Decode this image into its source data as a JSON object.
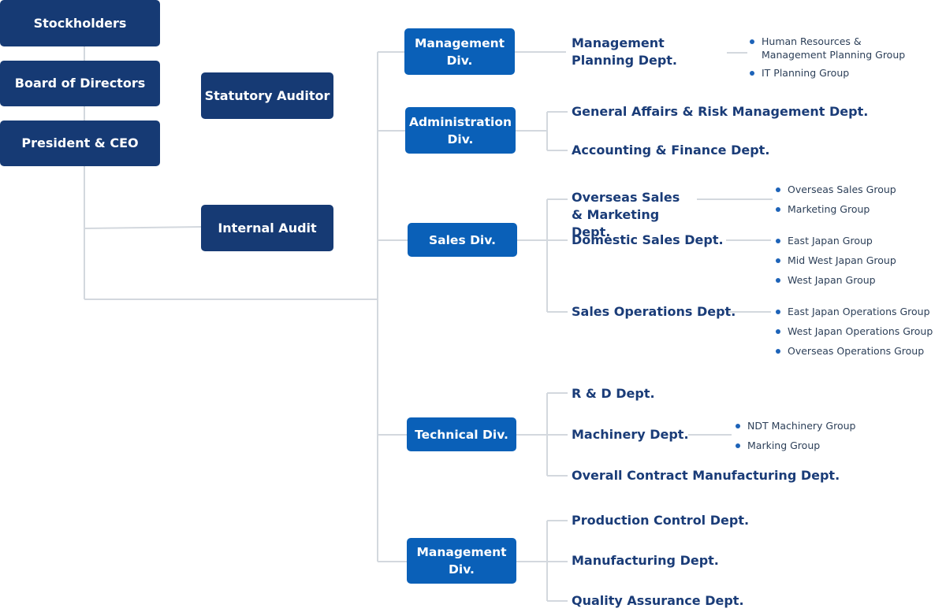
{
  "governance": {
    "stockholders": "Stockholders",
    "board": "Board of Directors",
    "president": "President & CEO",
    "statutory_auditor": "Statutory Auditor",
    "internal_audit": "Internal Audit"
  },
  "divisions": {
    "management_1": "Management Div.",
    "administration": "Administration Div.",
    "sales": "Sales Div.",
    "technical": "Technical Div.",
    "management_2": "Management Div."
  },
  "departments": {
    "management_planning": "Management Planning Dept.",
    "general_affairs": "General Affairs & Risk Management Dept.",
    "accounting": "Accounting & Finance Dept.",
    "overseas_sales": "Overseas Sales & Marketing Dept.",
    "domestic_sales": "Domestic Sales Dept.",
    "sales_operations": "Sales Operations Dept.",
    "rnd": "R & D Dept.",
    "machinery": "Machinery Dept.",
    "contract_manufacturing": "Overall Contract Manufacturing Dept.",
    "production_control": "Production Control Dept.",
    "manufacturing": "Manufacturing Dept.",
    "quality_assurance": "Quality Assurance Dept."
  },
  "groups": {
    "hr_mgmt_planning": "Human Resources & Management Planning Group",
    "it_planning": "IT Planning Group",
    "overseas_sales_group": "Overseas Sales Group",
    "marketing_group": "Marketing Group",
    "east_japan_group": "East Japan Group",
    "mid_west_japan_group": "Mid West Japan Group",
    "west_japan_group": "West Japan Group",
    "east_japan_ops_group": "East Japan Operations Group",
    "west_japan_ops_group": "West Japan Operations Group",
    "overseas_ops_group": "Overseas Operations Group",
    "ndt_machinery_group": "NDT Machinery Group",
    "marking_group": "Marking Group"
  },
  "colors": {
    "governance_box": "#163a74",
    "division_box": "#0a60b8",
    "department_text": "#1a3c78",
    "connector_line": "#d3d8de",
    "group_bullet": "#1d63b8"
  }
}
